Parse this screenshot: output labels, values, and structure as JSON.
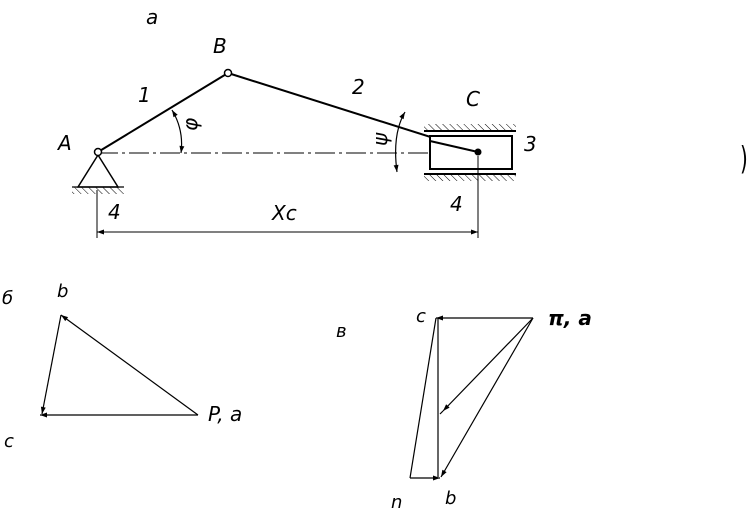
{
  "mechanism": {
    "panel_label": "а",
    "joint_a": "A",
    "joint_b": "B",
    "joint_c": "C",
    "link_1": "1",
    "link_2": "2",
    "link_3": "3",
    "ground_left": "4",
    "ground_right": "4",
    "angle_phi": "φ",
    "angle_psi": "ψ",
    "dimension": "Xc",
    "bracket": ")"
  },
  "velocity_plan": {
    "panel_label": "б",
    "point_b": "b",
    "point_c": "c",
    "pole": "P, a"
  },
  "acceleration_plan": {
    "panel_label": "в",
    "point_c": "c",
    "pole": "π, a",
    "point_n": "n",
    "point_b": "b"
  }
}
